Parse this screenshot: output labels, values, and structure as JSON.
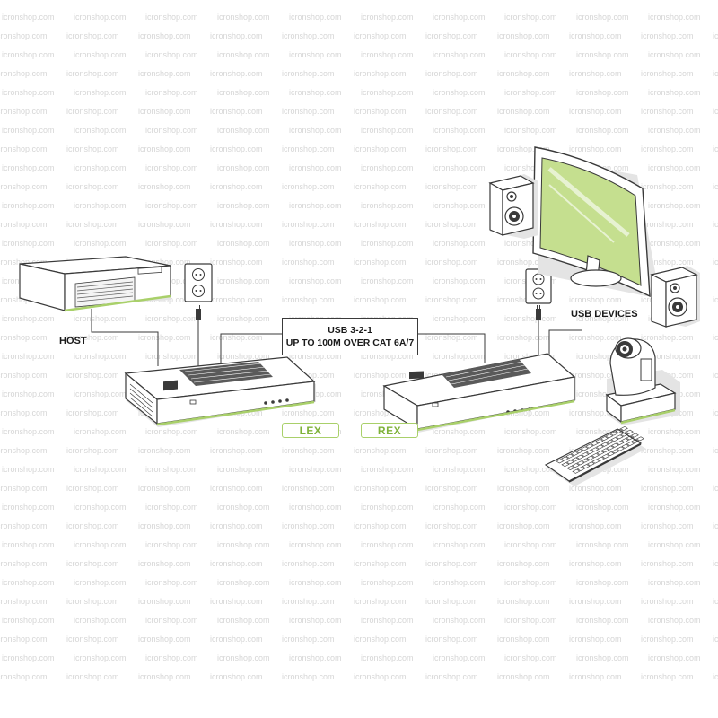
{
  "labels": {
    "host": "HOST",
    "usb_devices": "USB DEVICES",
    "lex": "LEX",
    "rex": "REX"
  },
  "callout": {
    "line1": "USB 3-2-1",
    "line2": "UP TO 100M OVER CAT 6A/7"
  },
  "watermark": "icronshop.com",
  "colors": {
    "accent_green": "#a9d06a",
    "accent_green_text": "#7fb23a",
    "screen_green": "#c5df8f",
    "outline": "#3a3a3a",
    "device_fill": "#ffffff",
    "shadow_gray": "#e4e4e4",
    "watermark_gray": "#d6d6d6"
  },
  "icons": [
    "host-computer-icon",
    "power-outlet-icon",
    "power-plug-icon",
    "extender-unit-icon",
    "monitor-icon",
    "speaker-icon",
    "ptz-camera-icon",
    "keyboard-icon"
  ]
}
